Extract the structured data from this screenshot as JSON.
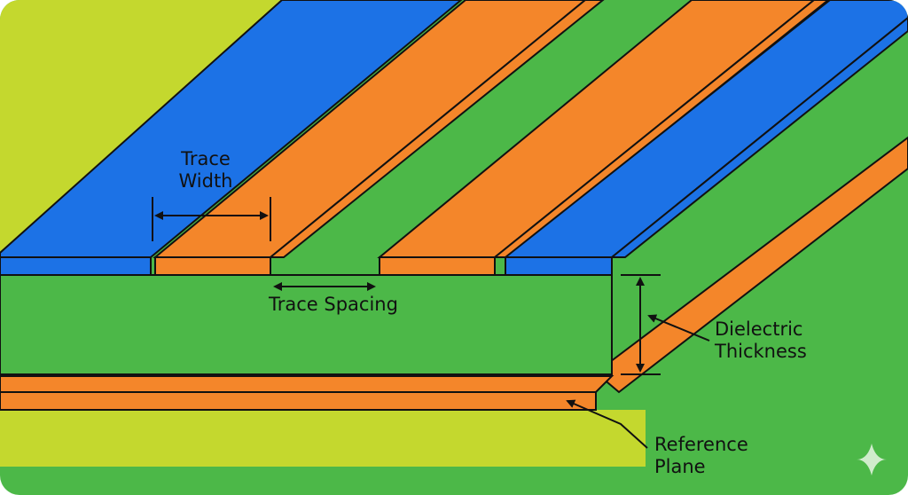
{
  "labels": {
    "trace_width_line1": "Trace",
    "trace_width_line2": "Width",
    "trace_spacing": "Trace Spacing",
    "dielectric_line1": "Dielectric",
    "dielectric_line2": "Thickness",
    "reference_line1": "Reference",
    "reference_line2": "Plane"
  },
  "colors": {
    "dielectric_green": "#4cb848",
    "board_yellow_green": "#c4d82e",
    "copper_orange": "#f4862a",
    "trace_blue": "#1c72e6",
    "outline": "#111111"
  },
  "icons": {
    "corner": "sparkle-icon"
  }
}
